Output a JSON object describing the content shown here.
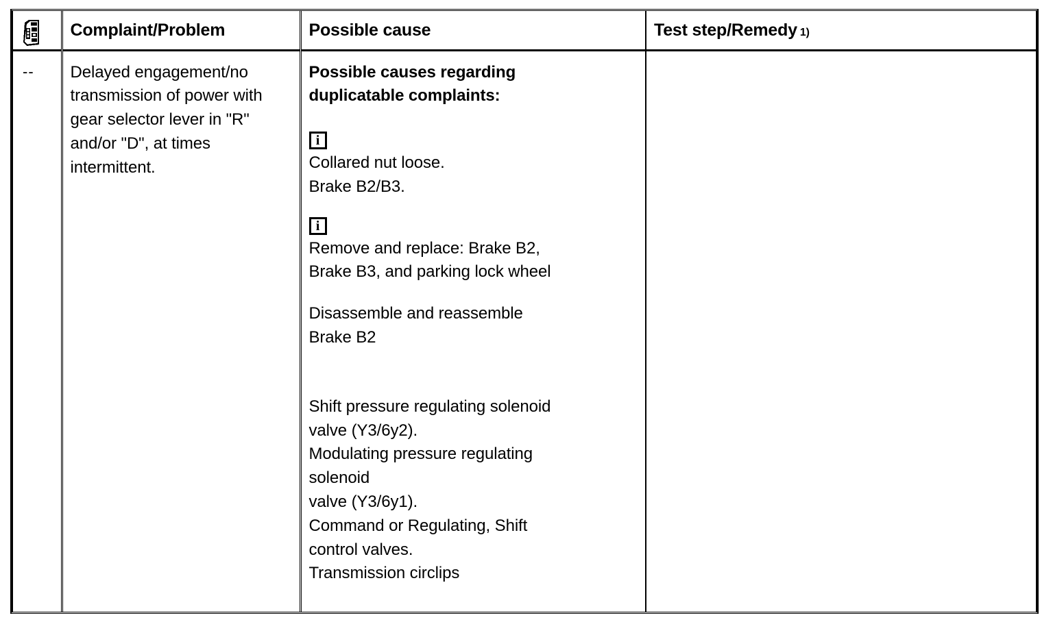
{
  "document": {
    "type": "diagnostic-troubleshooting-table"
  },
  "table": {
    "columns": [
      {
        "key": "icon",
        "label": "",
        "icon": "handheld-scanner-icon"
      },
      {
        "key": "complaint",
        "label": "Complaint/Problem"
      },
      {
        "key": "cause",
        "label": "Possible cause"
      },
      {
        "key": "remedy",
        "label": "Test step/Remedy",
        "footnote_marker": "1)"
      }
    ],
    "rows": [
      {
        "marker": "--",
        "complaint": "Delayed engagement/no transmission of power with gear selector lever in \"R\" and/or \"D\", at times intermittent.",
        "cause_blocks": [
          {
            "style": "bold",
            "icon": null,
            "lines": [
              "Possible causes regarding",
              "duplicatable complaints:"
            ]
          },
          {
            "style": "regular",
            "icon": "info-box-icon",
            "lines": [
              "Collared nut loose.",
              "Brake B2/B3."
            ]
          },
          {
            "style": "regular",
            "icon": "info-box-icon",
            "lines": [
              "Remove and replace: Brake B2,",
              "Brake B3, and parking lock wheel"
            ]
          },
          {
            "style": "regular",
            "icon": null,
            "lines": [
              "Disassemble and reassemble",
              "Brake B2"
            ]
          },
          {
            "style": "regular",
            "icon": null,
            "lines": [
              "Shift pressure regulating solenoid",
              "valve (Y3/6y2).",
              "Modulating pressure regulating",
              "solenoid",
              "valve (Y3/6y1).",
              "Command or Regulating, Shift",
              "control valves.",
              "Transmission circlips"
            ]
          }
        ],
        "remedy": ""
      }
    ]
  },
  "colors": {
    "border": "#000000",
    "text": "#000000",
    "background": "#ffffff"
  }
}
